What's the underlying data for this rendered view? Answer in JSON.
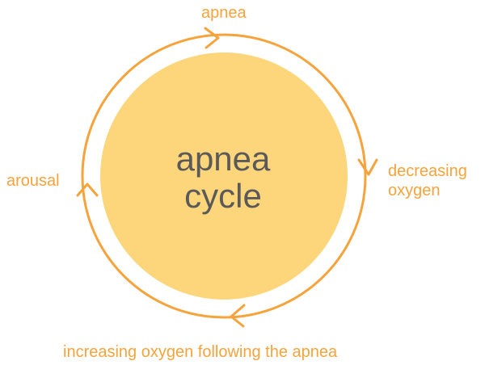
{
  "colors": {
    "accent": "#F7A33C",
    "circle_fill": "#FDD57A",
    "center_text": "#5A5A5A"
  },
  "center": {
    "line1": "apnea",
    "line2": "cycle"
  },
  "stages": [
    {
      "label": "apnea",
      "icon": "arrow-right-icon"
    },
    {
      "label": "decreasing",
      "label2": "oxygen",
      "icon": "arrow-down-icon"
    },
    {
      "label": "increasing oxygen following the apnea",
      "icon": "arrow-left-icon"
    },
    {
      "label": "arousal",
      "icon": "arrow-up-icon"
    }
  ]
}
